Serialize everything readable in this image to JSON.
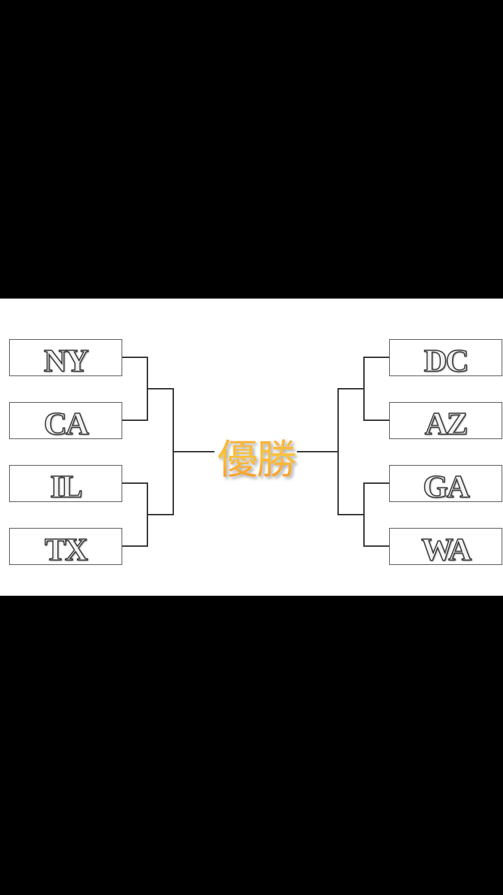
{
  "bracket": {
    "title": "優勝",
    "title_color": "#f7a53a",
    "left": [
      {
        "team": "NY"
      },
      {
        "team": "CA"
      },
      {
        "team": "IL"
      },
      {
        "team": "TX"
      }
    ],
    "right": [
      {
        "team": "DC"
      },
      {
        "team": "AZ"
      },
      {
        "team": "GA"
      },
      {
        "team": "WA"
      }
    ]
  }
}
